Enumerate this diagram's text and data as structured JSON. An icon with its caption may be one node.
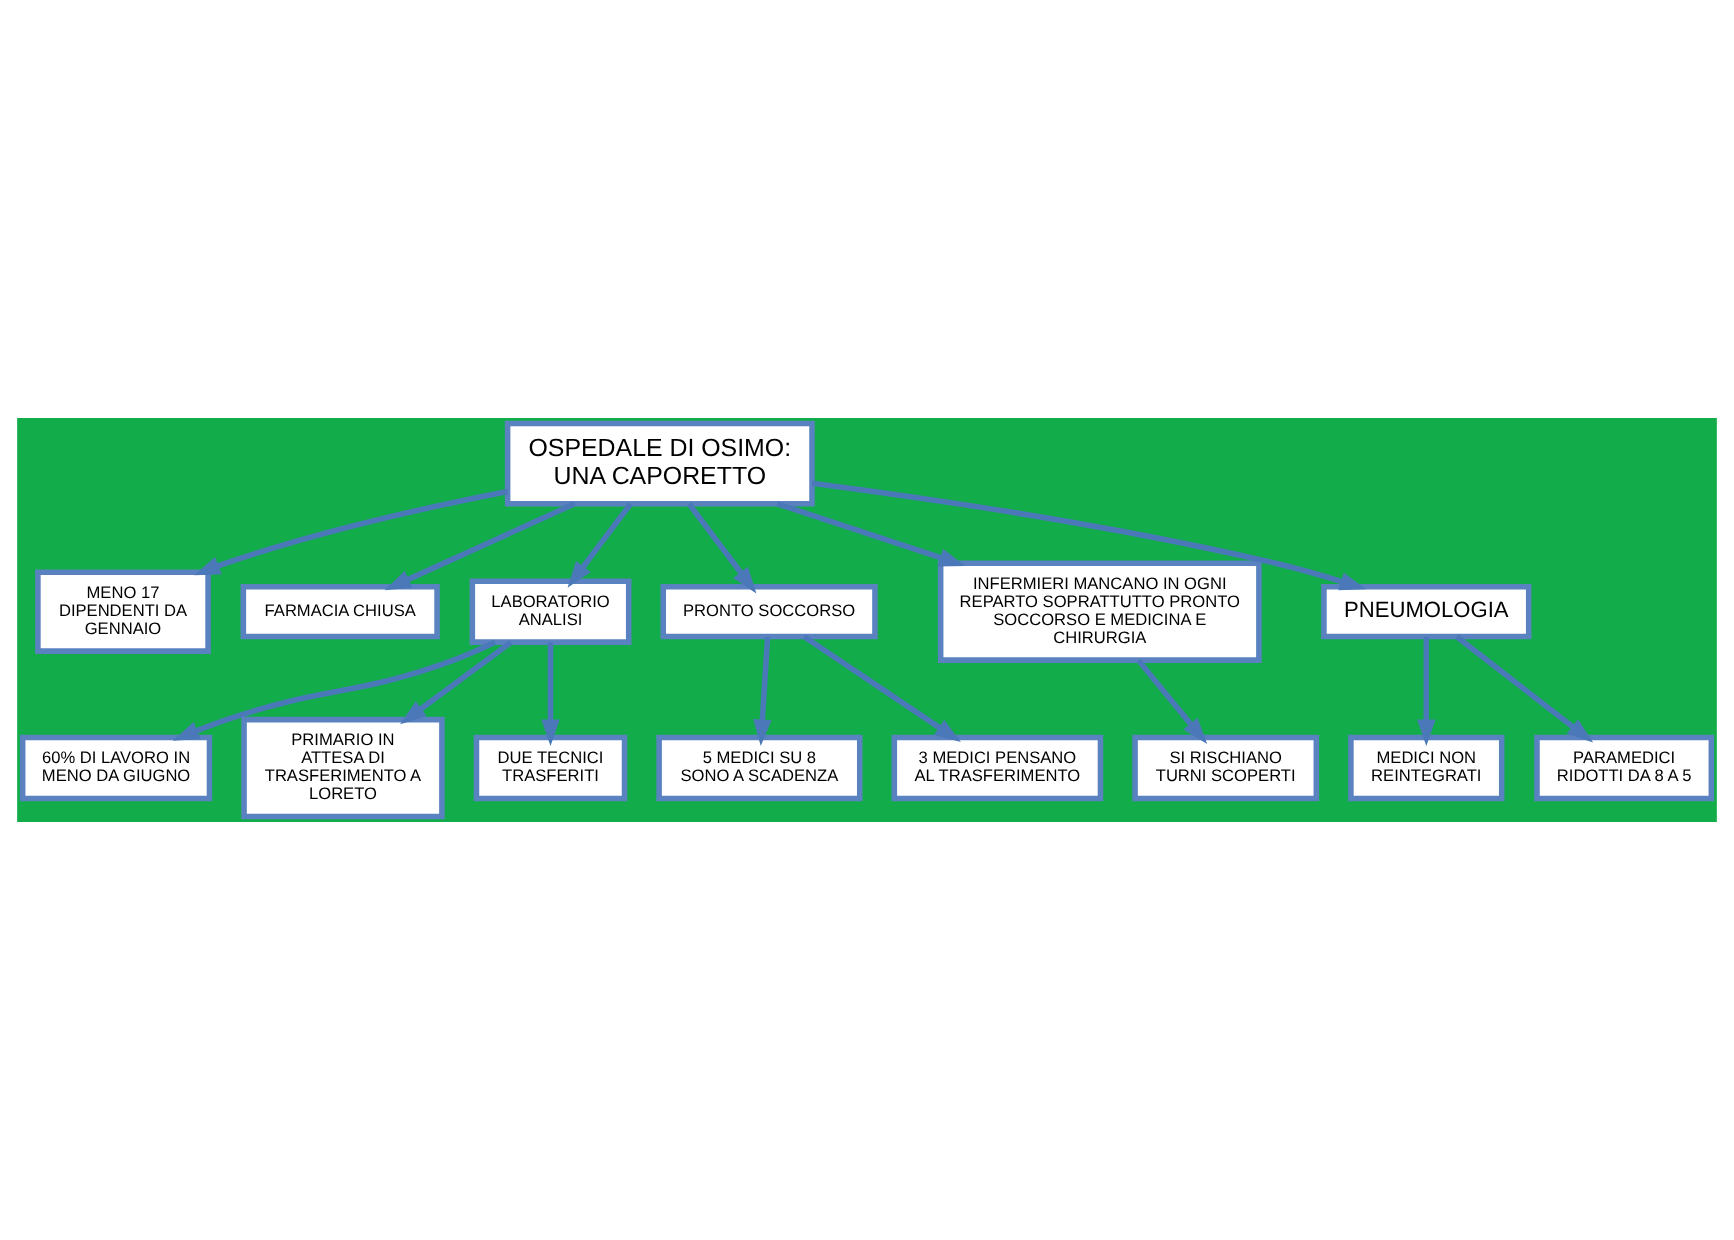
{
  "diagram": {
    "nodes": [
      {
        "text": [
          "OSPEDALE DI OSIMO: UNA CAPORETTO"
        ]
      },
      {
        "text": [
          "MENO 17 DIPENDENTI DA GENNAIO"
        ]
      },
      {
        "text": [
          "FARMACIA CHIUSA"
        ]
      },
      {
        "text": [
          "LABORATORIO ANALISI"
        ]
      },
      {
        "text": [
          "60% DI LAVORO IN MENO DA GIUGNO"
        ]
      },
      {
        "text": [
          "PRIMARIO IN ATTESA DI TRASFERIMENTO A LORETO"
        ]
      },
      {
        "text": [
          "DUE TECNICI TRASFERITI"
        ]
      },
      {
        "text": [
          "PRONTO SOCCORSO"
        ]
      },
      {
        "text": [
          "5 MEDICI SU 8 SONO A SCADENZA"
        ]
      },
      {
        "text": [
          "3 MEDICI PENSANO AL TRASFERIMENTO"
        ]
      },
      {
        "text": [
          "INFERMIERI MANCANO IN OGNI REPARTO SOPRATTUTTO PRONTO SOCCORSO E MEDICINA E CHIRURGIA"
        ]
      },
      {
        "text": [
          "SI RISCHIANO TURNI SCOPERTI"
        ]
      },
      {
        "text": [
          "PNEUMOLOGIA"
        ]
      },
      {
        "text": [
          "MEDICI NON REINTEGRATI"
        ]
      },
      {
        "text": [
          "PARAMEDICI RIDOTTI DA 8 A 5"
        ]
      }
    ],
    "edges": [
      {
        "from": 0,
        "to": 1,
        "arrow": "to"
      },
      {
        "from": 0,
        "to": 2,
        "arrow": "to"
      },
      {
        "from": 0,
        "to": 3,
        "arrow": "to"
      },
      {
        "from": 3,
        "to": 4,
        "arrow": "to"
      },
      {
        "from": 3,
        "to": 5,
        "arrow": "to"
      },
      {
        "from": 3,
        "to": 6,
        "arrow": "to"
      },
      {
        "from": 0,
        "to": 7,
        "arrow": "to"
      },
      {
        "from": 7,
        "to": 8,
        "arrow": "to"
      },
      {
        "from": 7,
        "to": 9,
        "arrow": "to"
      },
      {
        "from": 0,
        "to": 10,
        "arrow": "to"
      },
      {
        "from": 10,
        "to": 11,
        "arrow": "to"
      },
      {
        "from": 0,
        "to": 12,
        "arrow": "to"
      },
      {
        "from": 12,
        "to": 13,
        "arrow": "to"
      },
      {
        "from": 12,
        "to": 14,
        "arrow": "to"
      }
    ]
  }
}
